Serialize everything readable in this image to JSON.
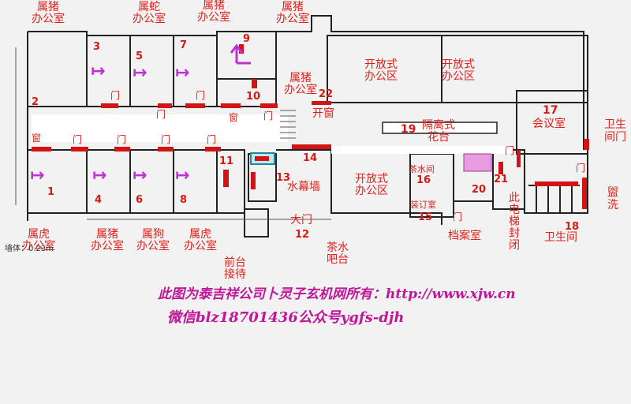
{
  "rooms": [
    {
      "num": "1",
      "label": "属虎\n办公室"
    },
    {
      "num": "2",
      "label": ""
    },
    {
      "num": "3",
      "label": "属猪\n办公室"
    },
    {
      "num": "4",
      "label": "属猪\n办公室"
    },
    {
      "num": "5",
      "label": "属蛇\n办公室"
    },
    {
      "num": "6",
      "label": "属狗\n办公室"
    },
    {
      "num": "7",
      "label": "属猪\n办公室"
    },
    {
      "num": "8",
      "label": "属虎\n办公室"
    },
    {
      "num": "9",
      "label": "属猪\n办公室"
    },
    {
      "num": "10",
      "label": "属猪\n办公室"
    },
    {
      "num": "11",
      "label": "前台\n接待"
    },
    {
      "num": "12",
      "label": "大门"
    },
    {
      "num": "13",
      "label": "水幕墙"
    },
    {
      "num": "14",
      "label": "茶水\n吧台"
    },
    {
      "num": "15",
      "label": "装订室"
    },
    {
      "num": "16",
      "label": "茶水间"
    },
    {
      "num": "17",
      "label": "会议室"
    },
    {
      "num": "18",
      "label": "卫生间"
    },
    {
      "num": "19",
      "label": "隔离式\n花台"
    },
    {
      "num": "20",
      "label": "档案室"
    },
    {
      "num": "21",
      "label": "此\n电\n梯\n封\n闭"
    },
    {
      "num": "22",
      "label": "开窗"
    }
  ],
  "areas": {
    "open_office_1": "开放式\n办公区",
    "open_office_2": "开放式\n办公区",
    "open_office_3": "开放式\n办公区",
    "toilet_door": "卫生\n间门",
    "washroom": "盥\n洗"
  },
  "marks": {
    "door": "门",
    "window": "窗",
    "wall_note": "墙体：0.23m"
  },
  "watermark": {
    "line1": "此图为泰吉祥公司卜灵子玄机网所有：http://www.xjw.cn",
    "line2": "微信blz18701436公众号ygfs-djh"
  },
  "colors": {
    "label": "#e0201a",
    "arrow": "#c030d8",
    "door_bar": "#d41414",
    "wall": "#222222",
    "watermark": "#c0179a"
  }
}
